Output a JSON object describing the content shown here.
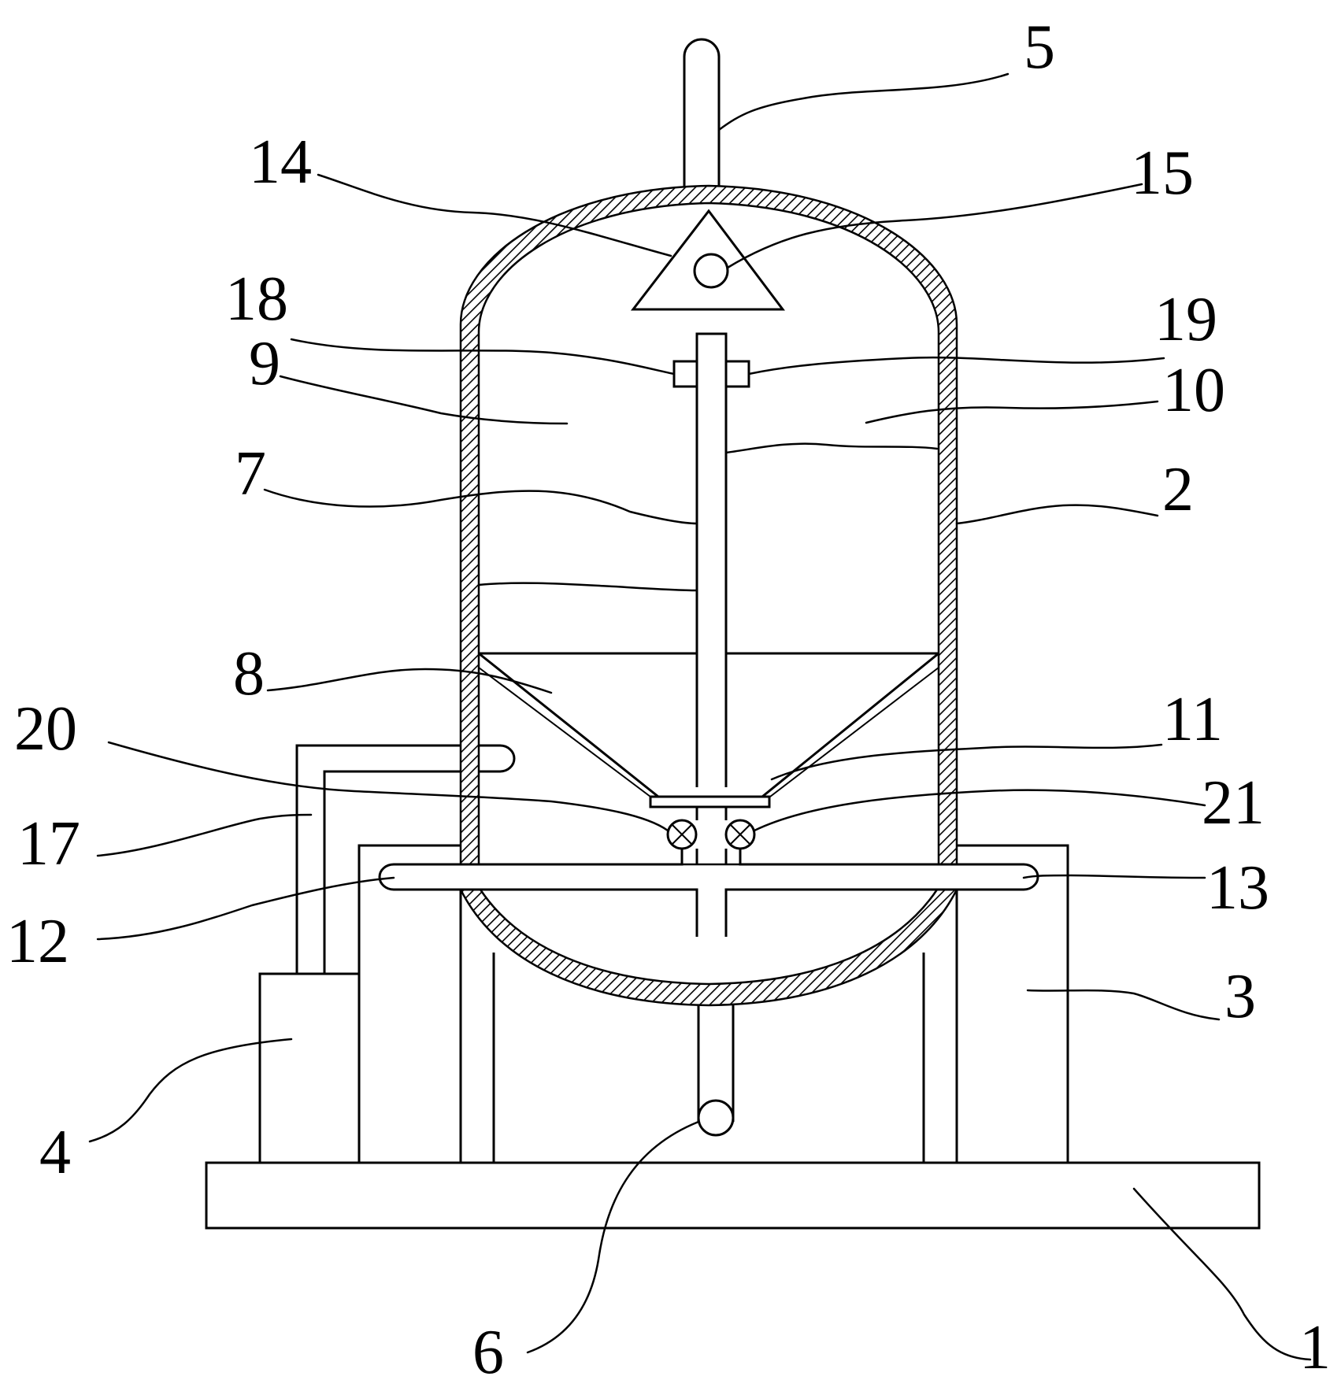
{
  "figure": {
    "labels": {
      "l1": "1",
      "l2": "2",
      "l3": "3",
      "l4": "4",
      "l5": "5",
      "l6": "6",
      "l7": "7",
      "l8": "8",
      "l9": "9",
      "l10": "10",
      "l11": "11",
      "l12": "12",
      "l13": "13",
      "l14": "14",
      "l15": "15",
      "l17": "17",
      "l18": "18",
      "l19": "19",
      "l20": "20",
      "l21": "21"
    }
  },
  "colors": {
    "line": "#000000",
    "background": "#ffffff"
  }
}
